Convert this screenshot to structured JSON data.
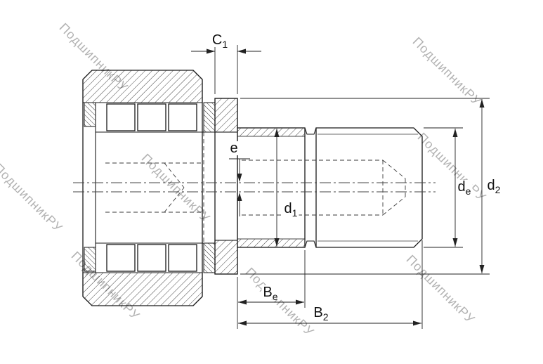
{
  "watermark": {
    "text": "ПодшипникРУ"
  },
  "drawing": {
    "subject": "stud-type track roller cam follower bearing sectional drawing",
    "colors": {
      "line": "#1a1a1a",
      "background": "#ffffff",
      "watermark": "#9a9a9a"
    },
    "labels": {
      "c1": {
        "base": "C",
        "sub": "1"
      },
      "e": {
        "base": "e",
        "sub": ""
      },
      "d1": {
        "base": "d",
        "sub": "1"
      },
      "de": {
        "base": "d",
        "sub": "e"
      },
      "d2": {
        "base": "d",
        "sub": "2"
      },
      "be": {
        "base": "B",
        "sub": "e"
      },
      "b2": {
        "base": "B",
        "sub": "2"
      }
    }
  }
}
